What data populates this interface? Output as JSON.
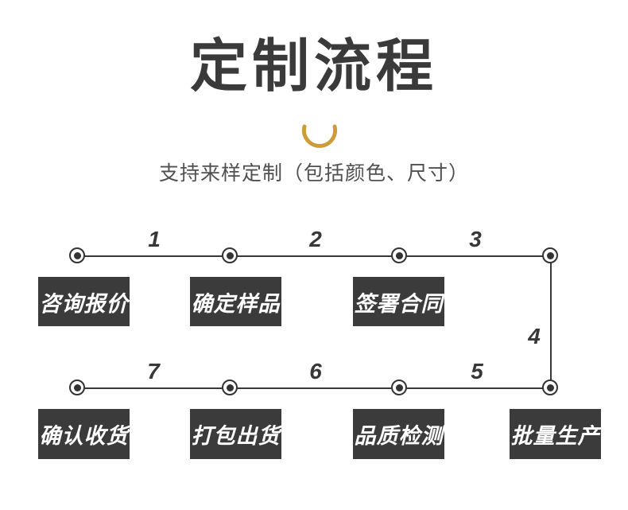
{
  "header": {
    "title": "定制流程",
    "subtitle": "支持来样定制（包括颜色、尺寸）"
  },
  "flow": {
    "segment_numbers": [
      "1",
      "2",
      "3",
      "4",
      "5",
      "6",
      "7"
    ],
    "steps_top": [
      "咨询报价",
      "确定样品",
      "签署合同"
    ],
    "steps_bottom": [
      "确认收货",
      "打包出货",
      "品质检测",
      "批量生产"
    ]
  },
  "colors": {
    "background": "#FFFFFF",
    "title_text": "#3A3A3A",
    "subtitle_text": "#4F4F4F",
    "accent_arc": "#CE9B39",
    "line": "#383838",
    "box_background": "#3B3B3B",
    "box_text": "#FFFFFF"
  }
}
